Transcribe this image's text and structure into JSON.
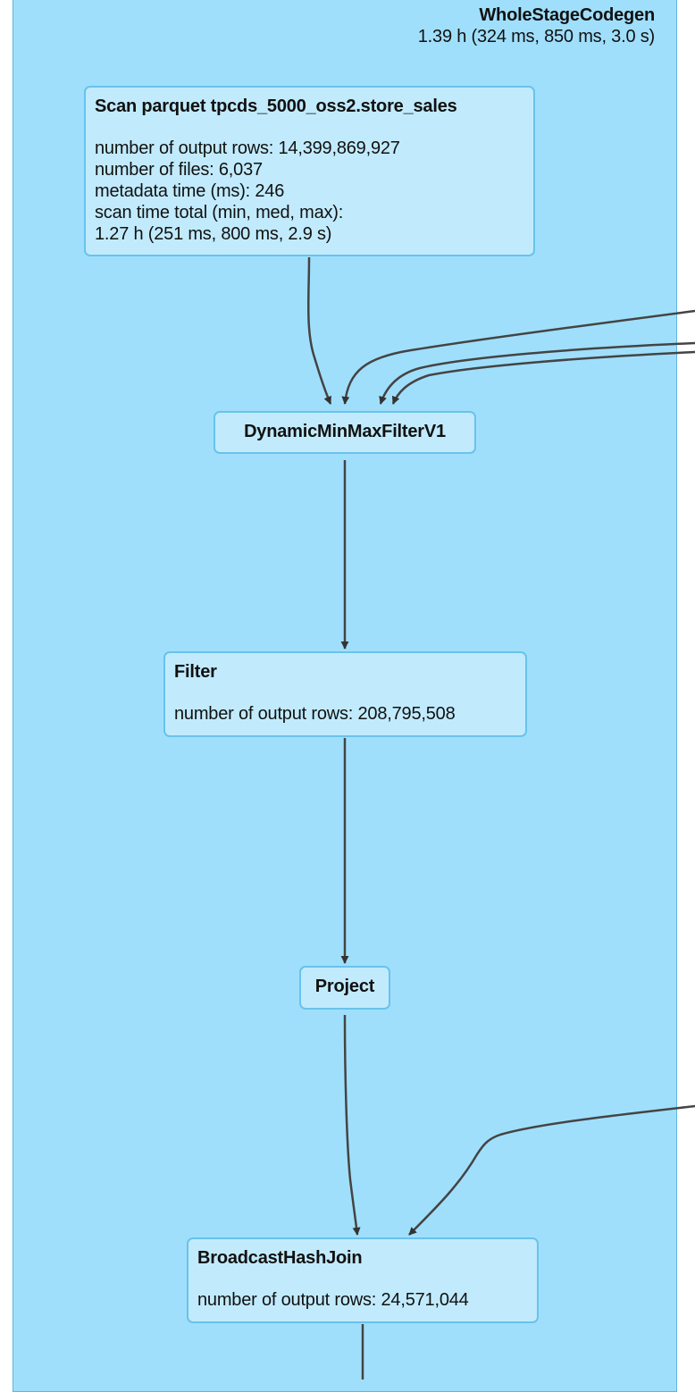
{
  "cluster": {
    "name": "WholeStageCodegen",
    "stats": "1.39 h (324 ms, 850 ms, 3.0 s)"
  },
  "nodes": {
    "scan": {
      "title": "Scan parquet tpcds_5000_oss2.store_sales",
      "metrics": [
        "number of output rows: 14,399,869,927",
        "number of files: 6,037",
        "metadata time (ms): 246",
        "scan time total (min, med, max):",
        "1.27 h (251 ms, 800 ms, 2.9 s)"
      ]
    },
    "minmax": {
      "title": "DynamicMinMaxFilterV1"
    },
    "filter": {
      "title": "Filter",
      "metrics": [
        "number of output rows: 208,795,508"
      ]
    },
    "project": {
      "title": "Project"
    },
    "bhj": {
      "title": "BroadcastHashJoin",
      "metrics": [
        "number of output rows: 24,571,044"
      ]
    }
  },
  "colors": {
    "cluster_fill": "#a0dffb",
    "node_fill": "#c1ebfd",
    "node_border": "#69c2ec",
    "edge": "#444444"
  }
}
